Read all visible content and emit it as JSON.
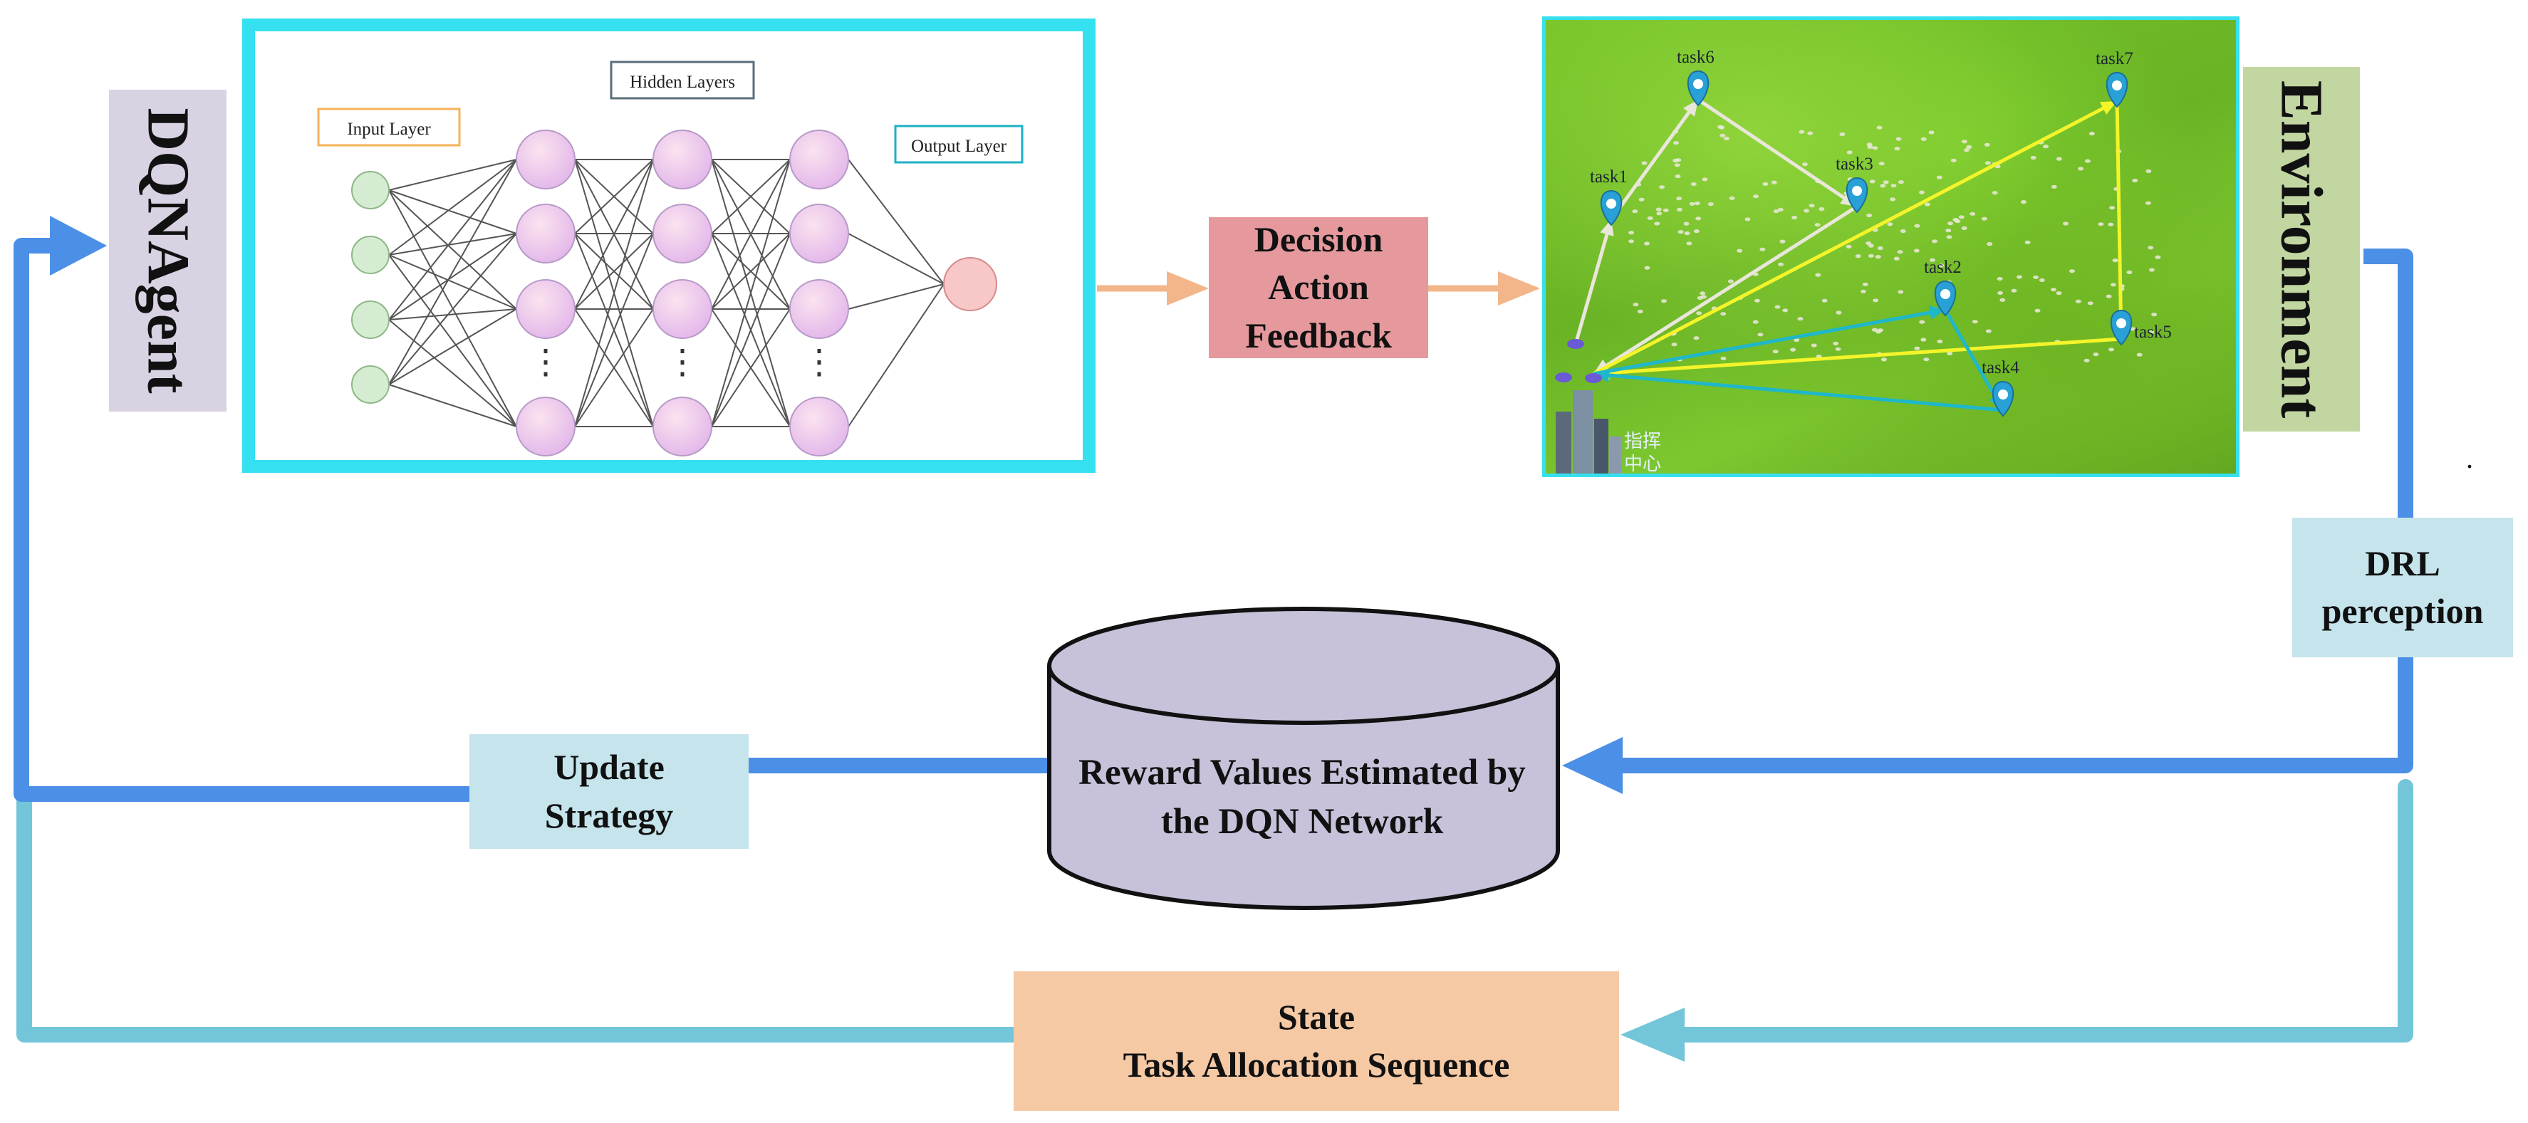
{
  "agent": {
    "label": "DQNAgent"
  },
  "environment": {
    "label": "Environment"
  },
  "network": {
    "input_layer_label": "Input Layer",
    "hidden_layers_label": "Hidden Layers",
    "output_layer_label": "Output Layer",
    "ellipsis": "⋮"
  },
  "decision_box": {
    "label": "Decision\nAction\nFeedback"
  },
  "drl_box": {
    "label": "DRL\nperception"
  },
  "database": {
    "label": "Reward Values Estimated by\nthe DQN Network"
  },
  "update_box": {
    "label": "Update\nStrategy"
  },
  "state_box": {
    "label": "State\nTask Allocation Sequence"
  },
  "map": {
    "tasks": [
      "task1",
      "task2",
      "task3",
      "task4",
      "task5",
      "task6",
      "task7"
    ],
    "command_center": "指挥\n中心"
  },
  "stray_mark": ".",
  "colors": {
    "cyan_border": "#35e0f0",
    "blue_flow": "#4c8fe6",
    "light_blue_flow": "#73c6d9",
    "orange_arrow": "#f2b68a",
    "agent_box": "#d9d2e3",
    "env_box": "#c1d6a0",
    "decision_box": "#e5999c",
    "drl_box": "#c5e4ec",
    "state_box": "#f6c9a5",
    "database": "#c8c1da",
    "route_white": "#e9e6da",
    "route_yellow": "#f4f42a",
    "route_cyan": "#1fb7c9",
    "pin": "#2aa1d6"
  }
}
